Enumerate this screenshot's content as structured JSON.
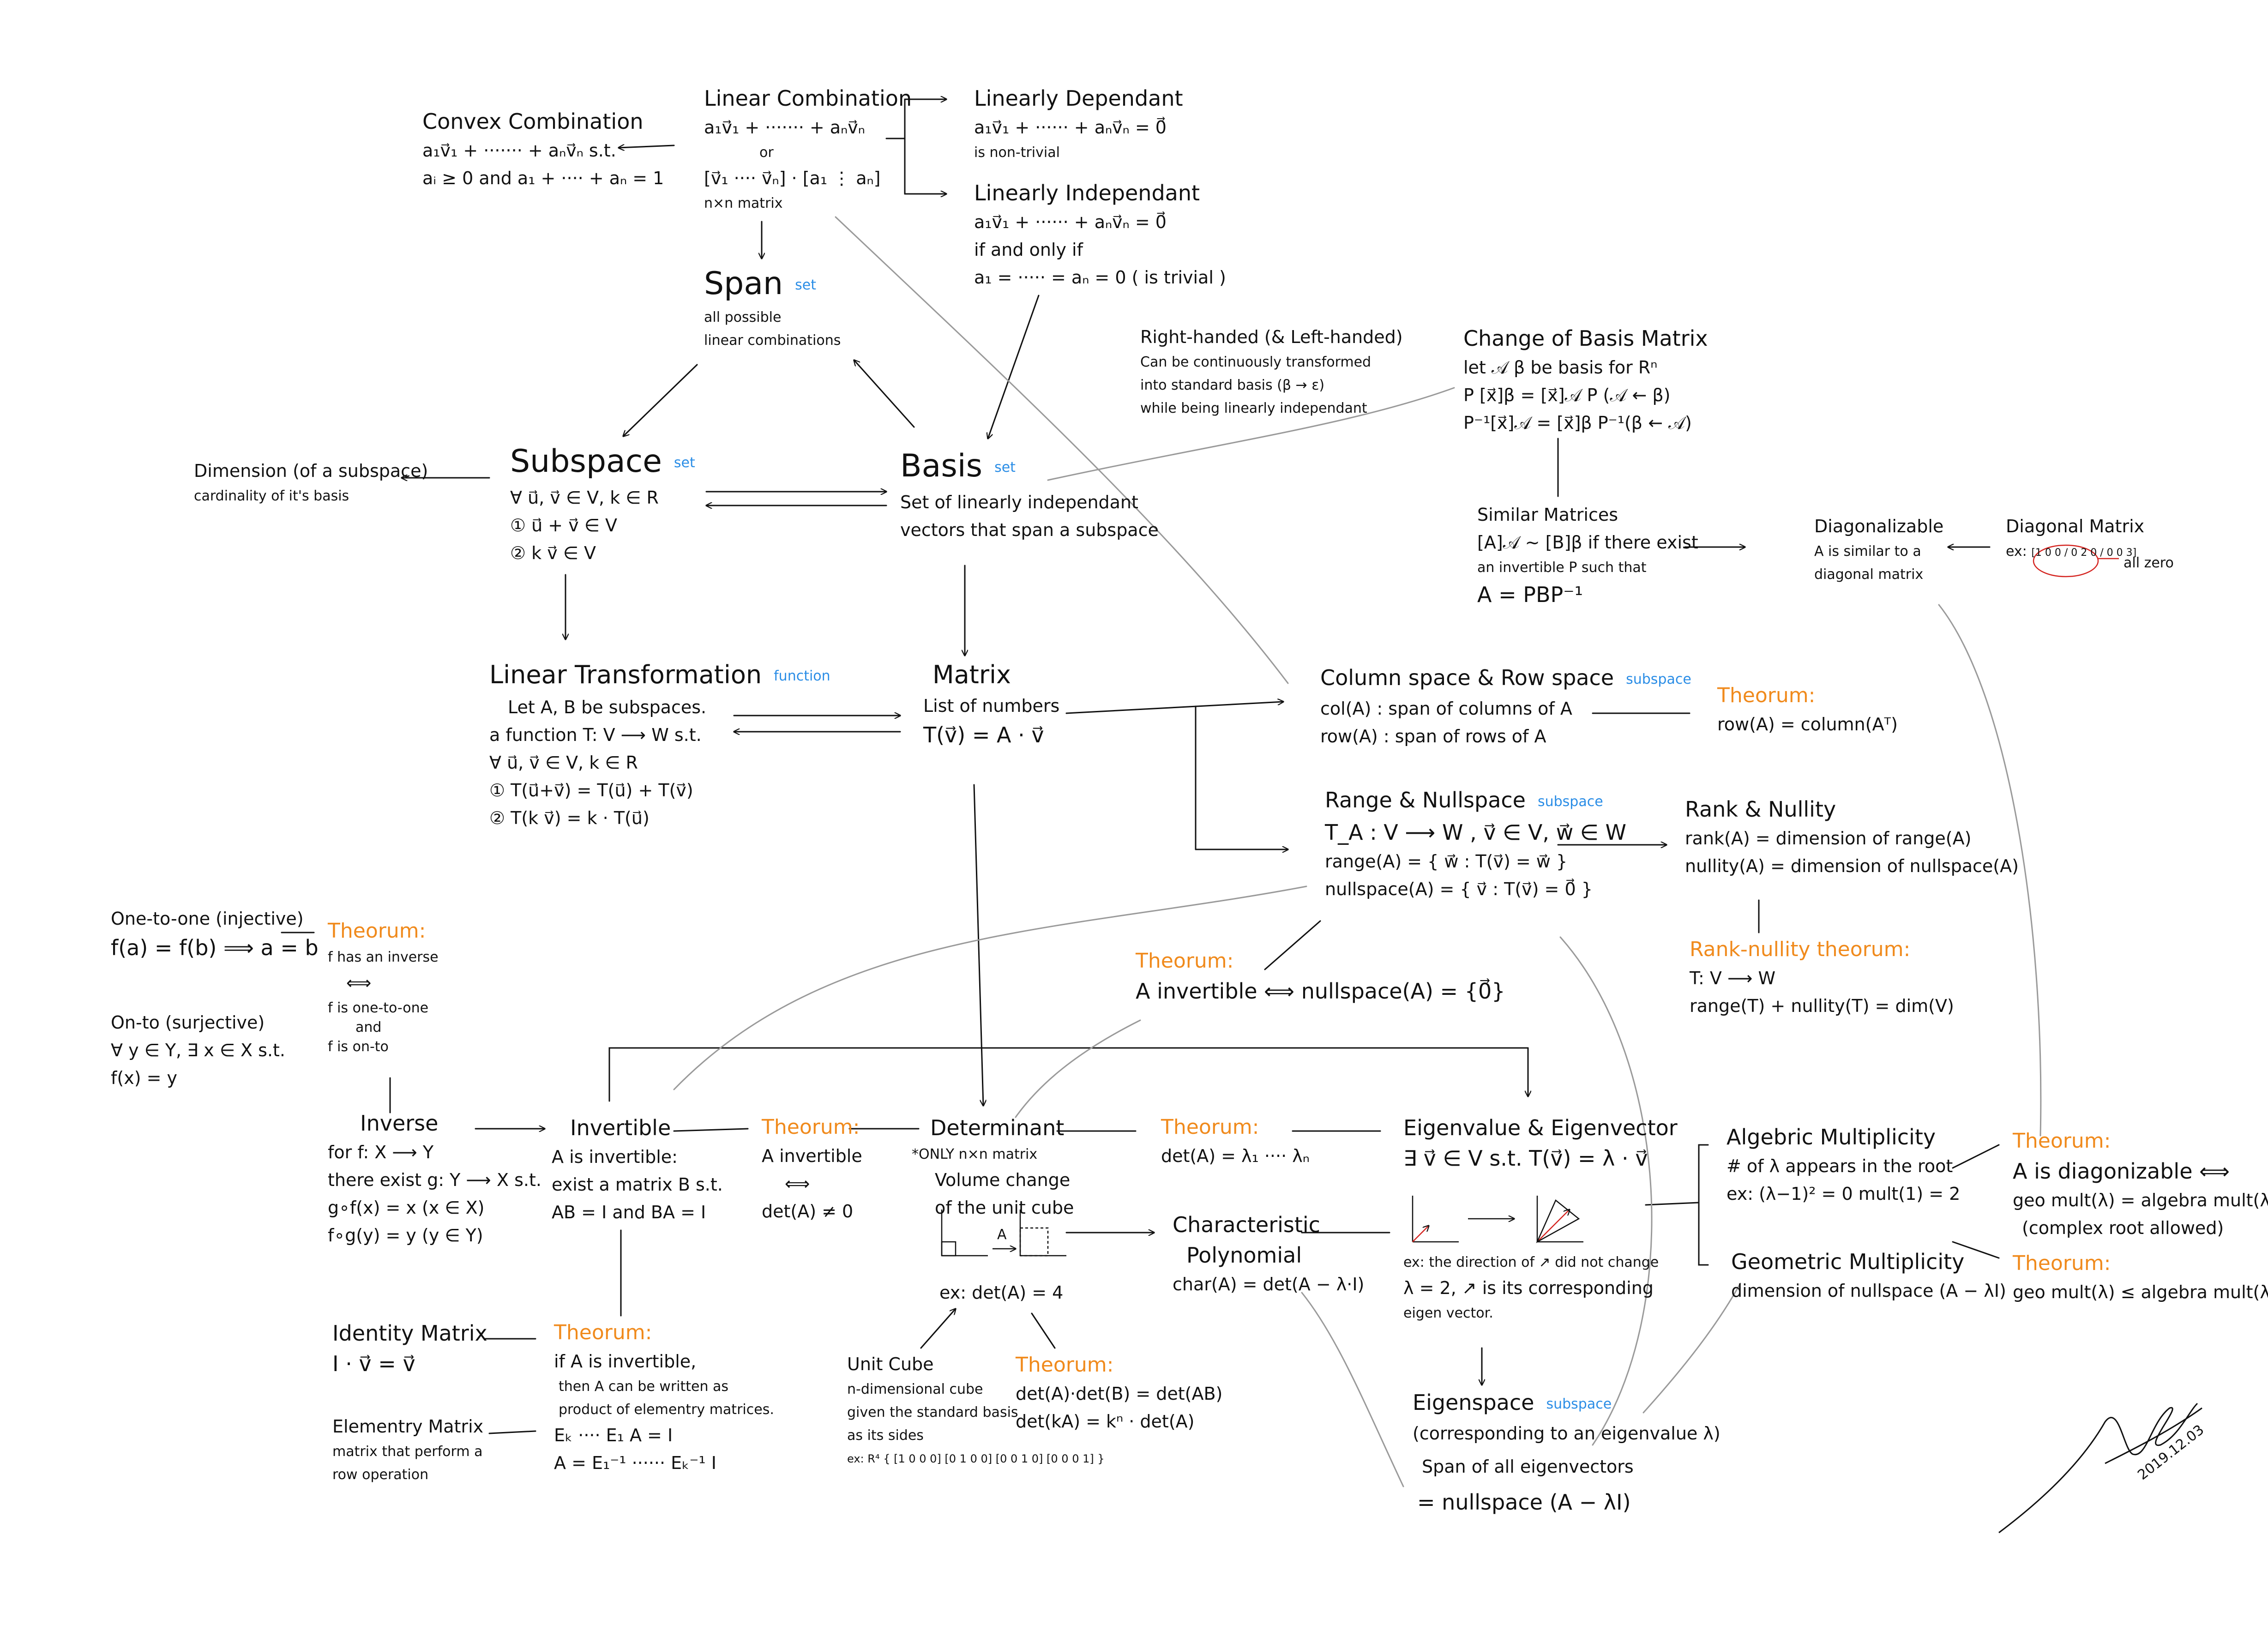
{
  "colors": {
    "ink": "#111111",
    "theorem": "#f08a1c",
    "tag": "#2a8de6",
    "faint": "#9a9a9a",
    "mark": "#d4231f"
  },
  "convex": {
    "title": "Convex Combination",
    "l1": "a₁v⃗₁ + ······· + aₙv⃗ₙ   s.t.",
    "l2": "aᵢ ≥ 0   and   a₁ + ···· + aₙ = 1"
  },
  "lincomb": {
    "title": "Linear Combination",
    "l1": "a₁v⃗₁ + ······· + aₙv⃗ₙ",
    "or": "or",
    "l2": "[v⃗₁ ···· v⃗ₙ] · [a₁ ⋮ aₙ]",
    "l3": "n×n matrix"
  },
  "lindep": {
    "title": "Linearly Dependant",
    "l1": "a₁v⃗₁ + ······ + aₙv⃗ₙ = 0⃗",
    "l2": "is non-trivial"
  },
  "linindep": {
    "title": "Linearly Independant",
    "l1": "a₁v⃗₁ + ······ + aₙv⃗ₙ = 0⃗",
    "l2": "if and only if",
    "l3": "a₁ = ····· = aₙ = 0  ( is trivial )"
  },
  "span": {
    "title": "Span",
    "tag": "set",
    "l1": "all possible",
    "l2": "linear combinations"
  },
  "righthanded": {
    "title": "Right-handed (& Left-handed)",
    "l1": "Can be continuously transformed",
    "l2": "into standard basis (β → ε)",
    "l3": "while being linearly independant"
  },
  "changebasis": {
    "title": "Change of Basis Matrix",
    "l1": "let 𝒜 β be basis for Rⁿ",
    "l2": "P [x⃗]β = [x⃗]𝒜     P (𝒜 ← β)",
    "l3": "P⁻¹[x⃗]𝒜 = [x⃗]β    P⁻¹(β ← 𝒜)"
  },
  "dimension": {
    "title": "Dimension (of a subspace)",
    "l1": "cardinality of it's basis"
  },
  "subspace": {
    "title": "Subspace",
    "tag": "set",
    "l1": "∀ u⃗, v⃗ ∈ V, k ∈ R",
    "l2": "① u⃗ + v⃗ ∈ V",
    "l3": "② k v⃗ ∈ V"
  },
  "basis": {
    "title": "Basis",
    "tag": "set",
    "l1": "Set of linearly independant",
    "l2": "vectors that span a subspace"
  },
  "similar": {
    "title": "Similar Matrices",
    "l1": "[A]𝒜 ~ [B]β  if  there exist",
    "l2": "an invertible P such that",
    "l3": "A = PBP⁻¹"
  },
  "diagonalizable": {
    "title": "Diagonalizable",
    "l1": "A is similar to a",
    "l2": "diagonal matrix"
  },
  "diagonal": {
    "title": "Diagonal Matrix",
    "ex": "ex:",
    "matrix": "[1 0 0 / 0 2 0 / 0 0 3]",
    "note": "all zero"
  },
  "lintrans": {
    "title": "Linear Transformation",
    "tag": "function",
    "l1": "Let A, B be subspaces.",
    "l2": "a function T: V ⟶ W  s.t.",
    "l3": "∀ u⃗, v⃗ ∈ V, k ∈ R",
    "l4": "① T(u⃗+v⃗) = T(u⃗) + T(v⃗)",
    "l5": "② T(k v⃗) = k · T(u⃗)"
  },
  "matrix": {
    "title": "Matrix",
    "l1": "List of numbers",
    "l2": "T(v⃗) = A · v⃗"
  },
  "colrow": {
    "title": "Column space & Row space",
    "tag": "subspace",
    "l1": "col(A) : span of columns of A",
    "l2": "row(A) : span of rows of A"
  },
  "thm_row": {
    "title": "Theorum:",
    "l1": "row(A) = column(Aᵀ)"
  },
  "rangenull": {
    "title": "Range & Nullspace",
    "tag": "subspace",
    "l1": "T_A : V ⟶ W ,  v⃗ ∈ V, w⃗ ∈ W",
    "l2": "range(A) = { w⃗ : T(v⃗) = w⃗ }",
    "l3": "nullspace(A) = { v⃗ : T(v⃗) = 0⃗ }"
  },
  "ranknull": {
    "title": "Rank & Nullity",
    "l1": "rank(A) = dimension of range(A)",
    "l2": "nullity(A) = dimension of nullspace(A)"
  },
  "thm_ranknull": {
    "title": "Rank-nullity theorum:",
    "l1": "T: V ⟶ W",
    "l2": "range(T) + nullity(T) = dim(V)"
  },
  "thm_inv_null": {
    "title": "Theorum:",
    "l1": "A invertible ⟺ nullspace(A) = {0⃗}"
  },
  "onetoone": {
    "title": "One-to-one (injective)",
    "l1": "f(a) = f(b) ⟹ a = b"
  },
  "onto": {
    "title": "On-to (surjective)",
    "l1": "∀ y ∈ Y, ∃ x ∈ X  s.t.",
    "l2": "f(x) = y"
  },
  "thm_f": {
    "title": "Theorum:",
    "l1": "f has an inverse",
    "l2": "⟺",
    "l3": "f is one-to-one",
    "l4": "and",
    "l5": "f is on-to"
  },
  "inverse": {
    "title": "Inverse",
    "l1": "for f: X ⟶ Y",
    "l2": "there exist g: Y ⟶ X  s.t.",
    "l3": "g∘f(x) = x   (x ∈ X)",
    "l4": "f∘g(y) = y   (y ∈ Y)"
  },
  "invertible": {
    "title": "Invertible",
    "l1": "A is invertible:",
    "l2": "exist a matrix B s.t.",
    "l3": "AB = I and BA = I"
  },
  "thm_det_inv": {
    "title": "Theorum:",
    "l1": "A invertible",
    "l2": "⟺",
    "l3": "det(A) ≠ 0"
  },
  "determinant": {
    "title": "Determinant",
    "l1": "*ONLY n×n matrix",
    "l2": "Volume change",
    "l3": "of the unit cube",
    "ex": "ex:  det(A) = 4",
    "arrowlabel": "A"
  },
  "thm_eigdet": {
    "title": "Theorum:",
    "l1": "det(A) = λ₁ ···· λₙ"
  },
  "eigen": {
    "title": "Eigenvalue & Eigenvector",
    "l1": "∃ v⃗ ∈ V   s.t.  T(v⃗) = λ · v⃗",
    "l2": "ex: the direction of ↗ did not change",
    "l3": "λ = 2,  ↗ is its corresponding",
    "l4": "eigen vector."
  },
  "charpoly": {
    "title1": "Characteristic",
    "title2": "Polynomial",
    "l1": "char(A) = det(A − λ·I)"
  },
  "algebraic": {
    "title": "Algebric Multiplicity",
    "l1": "# of λ appears in the root",
    "l2": "ex: (λ−1)² = 0     mult(1) = 2"
  },
  "geometric": {
    "title": "Geometric Multiplicity",
    "l1": "dimension of nullspace (A − λI)"
  },
  "thm_diag": {
    "title": "Theorum:",
    "l1": "A is diagonizable ⟺",
    "l2": "geo mult(λ) = algebra mult(λ)",
    "l3": "(complex root allowed)"
  },
  "thm_geo": {
    "title": "Theorum:",
    "l1": "geo mult(λ) ≤ algebra mult(λ)"
  },
  "eigenspace": {
    "title": "Eigenspace",
    "tag": "subspace",
    "l1": "(corresponding to an eigenvalue λ)",
    "l2": "Span of all eigenvectors",
    "l3": "= nullspace (A − λI)"
  },
  "identity": {
    "title": "Identity Matrix",
    "l1": "I · v⃗ = v⃗"
  },
  "elementary": {
    "title": "Elementry Matrix",
    "l1": "matrix that perform a",
    "l2": "row operation"
  },
  "thm_elem": {
    "title": "Theorum:",
    "l1": "if A is invertible,",
    "l2": "then A can be written as",
    "l3": "product of elementry matrices.",
    "l4": "Eₖ ···· E₁ A = I",
    "l5": "A = E₁⁻¹ ······ Eₖ⁻¹ I"
  },
  "unitcube": {
    "title": "Unit Cube",
    "l1": "n-dimensional cube",
    "l2": "given the standard basis",
    "l3": "as its sides",
    "l4": "ex: R⁴ { [1 0 0 0] [0 1 0 0] [0 0 1 0] [0 0 0 1] }"
  },
  "thm_detmul": {
    "title": "Theorum:",
    "l1": "det(A)·det(B) = det(AB)",
    "l2": "det(kA) = kⁿ · det(A)"
  },
  "signature": {
    "date": "2019.12.03"
  }
}
